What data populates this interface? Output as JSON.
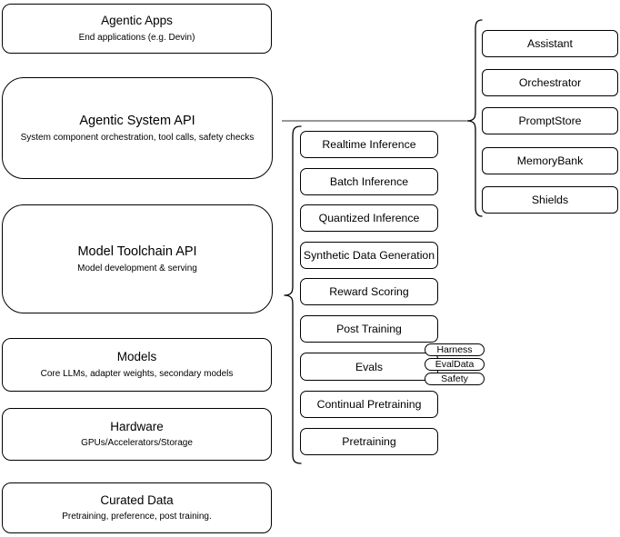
{
  "diagram": {
    "left_stack": [
      {
        "title": "Agentic Apps",
        "subtitle": "End applications (e.g. Devin)"
      },
      {
        "title": "Agentic System API",
        "subtitle": "System component orchestration, tool calls, safety checks"
      },
      {
        "title": "Model Toolchain API",
        "subtitle": "Model development & serving"
      },
      {
        "title": "Models",
        "subtitle": "Core LLMs, adapter weights, secondary models"
      },
      {
        "title": "Hardware",
        "subtitle": "GPUs/Accelerators/Storage"
      },
      {
        "title": "Curated Data",
        "subtitle": "Pretraining, preference, post training."
      }
    ],
    "toolchain_items": [
      "Realtime Inference",
      "Batch Inference",
      "Quantized Inference",
      "Synthetic Data Generation",
      "Reward Scoring",
      "Post Training",
      "Evals",
      "Continual Pretraining",
      "Pretraining"
    ],
    "evals_tags": [
      "Harness",
      "EvalData",
      "Safety"
    ],
    "system_components": [
      "Assistant",
      "Orchestrator",
      "PromptStore",
      "MemoryBank",
      "Shields"
    ],
    "colors": {
      "stroke": "#000000",
      "connector_line": "#757575",
      "background": "#ffffff",
      "text": "#000000"
    }
  }
}
